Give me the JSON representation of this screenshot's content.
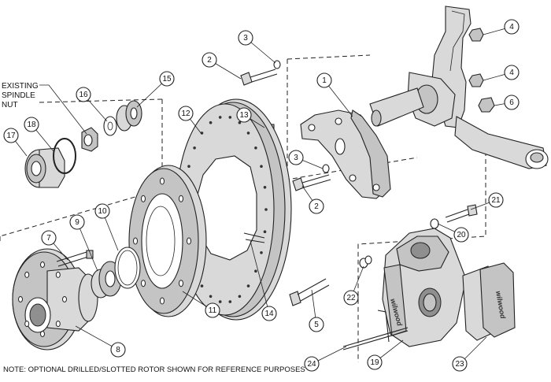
{
  "note": "NOTE: OPTIONAL DRILLED/SLOTTED ROTOR SHOWN FOR REFERENCE PURPOSES",
  "existing_spindle_nut_label": [
    "EXISTING",
    "SPINDLE",
    "NUT"
  ],
  "caliper_logo": "wilwood",
  "pad_logo": "wilwood",
  "callouts": [
    "1",
    "2",
    "2",
    "3",
    "3",
    "4",
    "4",
    "5",
    "6",
    "7",
    "8",
    "9",
    "10",
    "11",
    "12",
    "13",
    "14",
    "15",
    "16",
    "17",
    "18",
    "19",
    "20",
    "21",
    "22",
    "23",
    "24"
  ]
}
